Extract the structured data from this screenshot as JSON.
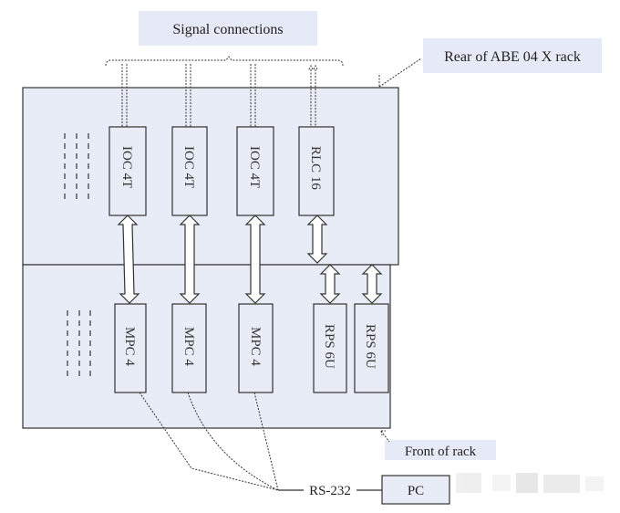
{
  "labels": {
    "signal_connections": "Signal connections",
    "rear_rack": "Rear of ABE 04 X rack",
    "front_rack": "Front of  rack",
    "rs232": "RS-232",
    "pc": "PC"
  },
  "rear_cards": [
    {
      "label": "IOC  4T"
    },
    {
      "label": "IOC  4T"
    },
    {
      "label": "IOC  4T"
    },
    {
      "label": "RLC  16"
    }
  ],
  "front_cards": [
    {
      "label": "MPC  4"
    },
    {
      "label": "MPC  4"
    },
    {
      "label": "MPC  4"
    },
    {
      "label": "RPS  6U"
    },
    {
      "label": "RPS  6U"
    }
  ],
  "colors": {
    "panel_fill": "#e8ecf6",
    "label_fill": "#e6eaf6",
    "border": "#333333"
  }
}
